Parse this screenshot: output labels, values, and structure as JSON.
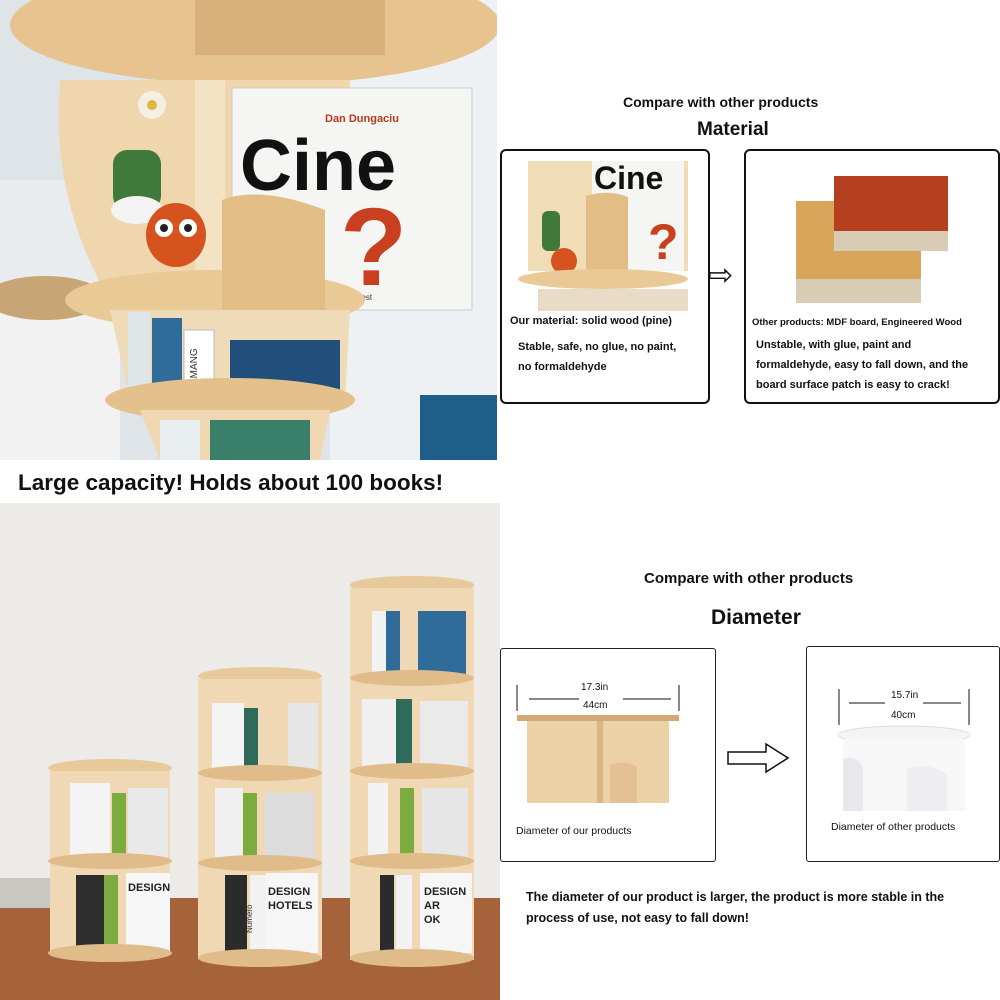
{
  "top_photo": {
    "book_cover_author": "Dan Dungaciu",
    "book_cover_title": "Cine",
    "book_cover_mark": "?",
    "book_cover_small": "de Best",
    "spine_text": "AMANG"
  },
  "capacity_caption": "Large capacity! Holds about 100 books!",
  "material_section": {
    "heading": "Compare with other products",
    "title": "Material",
    "ours": {
      "label": "Our material: solid wood (pine)",
      "desc_line1": "Stable, safe, no glue, no paint,",
      "desc_line2": "no formaldehyde"
    },
    "arrow": "⇨",
    "others": {
      "label": "Other products: MDF board,  Engineered Wood",
      "desc_line1": "Unstable, with glue, paint and",
      "desc_line2": "formaldehyde, easy to fall down, and the",
      "desc_line3": "board surface patch is easy to crack!"
    }
  },
  "diameter_section": {
    "heading": "Compare with other products",
    "title": "Diameter",
    "ours": {
      "size_in": "17.3in",
      "size_cm": "44cm",
      "label": "Diameter of our products"
    },
    "others": {
      "size_in": "15.7in",
      "size_cm": "40cm",
      "label": "Diameter of other products"
    },
    "conclusion_line1": "The diameter of our product is larger, the product is more stable in the",
    "conclusion_line2": "process of use, not easy to fall down!"
  },
  "bottom_photo": {
    "book_design1": "DESIGN",
    "book_hotels": "HOTELS",
    "book_ark": "AR",
    "book_ok": "OK",
    "book_numero": "Numero"
  },
  "colors": {
    "pine": "#e8caa0",
    "pine_dark": "#c9a474",
    "mdf_red": "#b5401f",
    "mdf_core": "#d8cdb4",
    "wall": "#ebe8e4",
    "floor": "#a8643a"
  }
}
